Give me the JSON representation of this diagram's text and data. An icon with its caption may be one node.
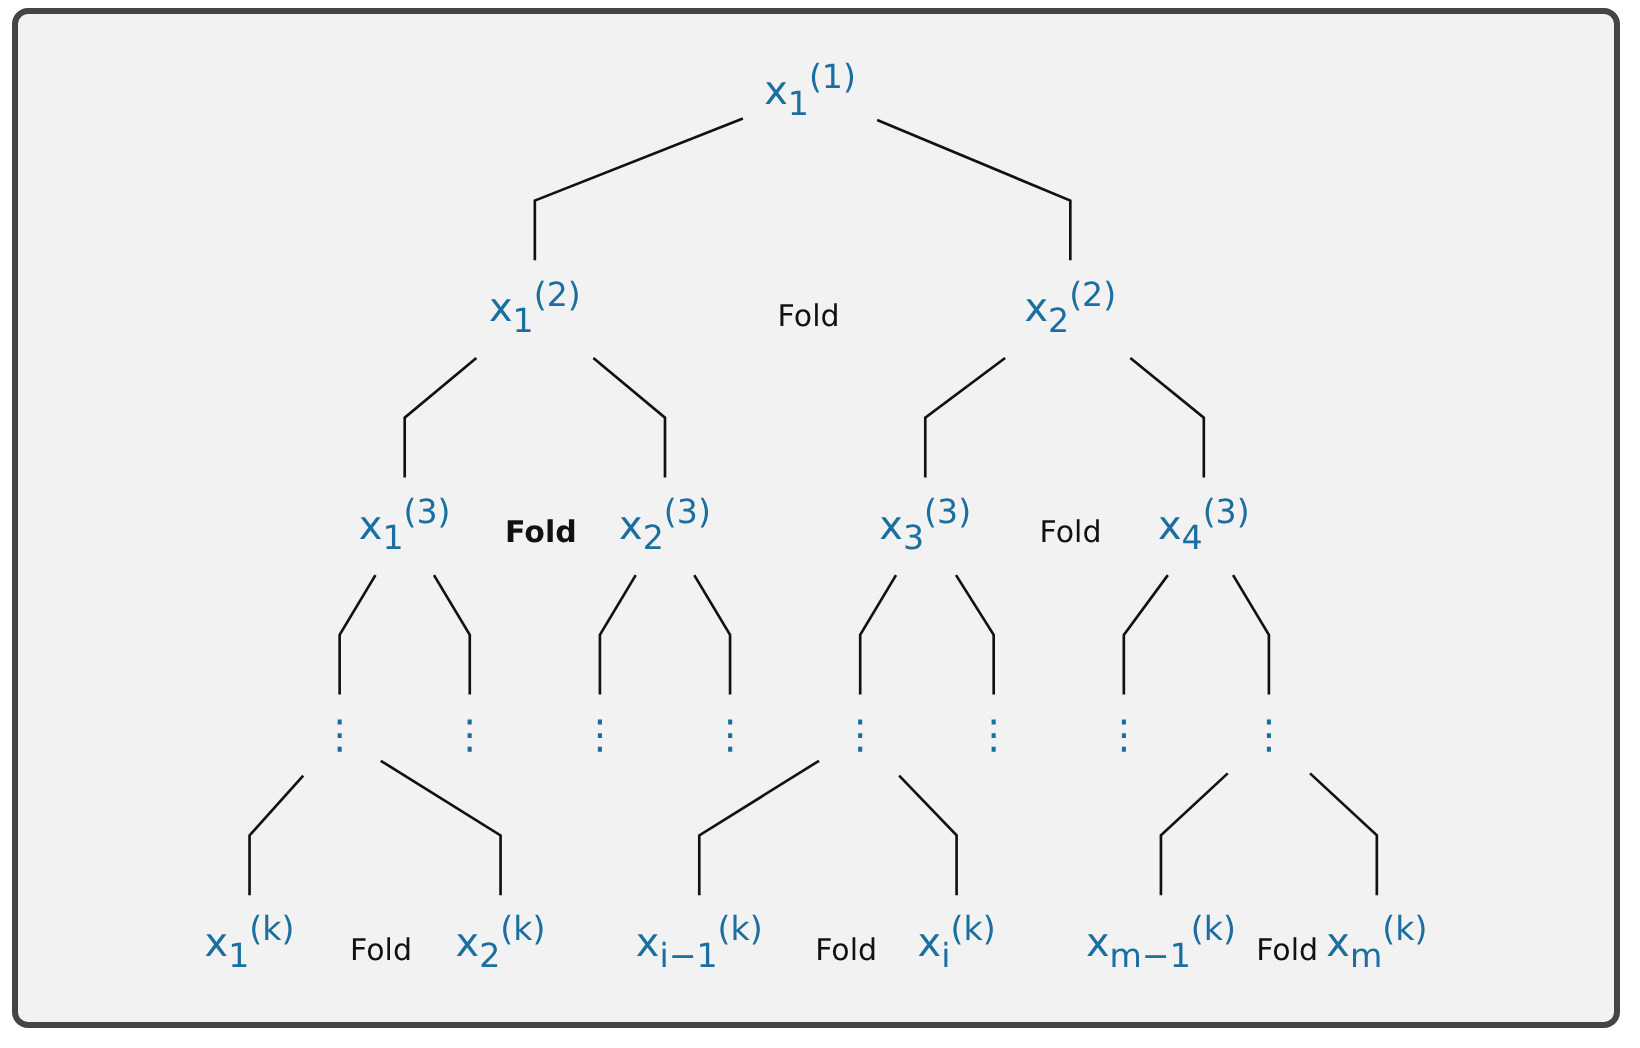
{
  "diagram": {
    "nodes": [
      {
        "text": [
          "x$_{1}$$^{(1)}$"
        ]
      },
      {
        "text": [
          "x$_{1}$$^{(2)}$"
        ]
      },
      {
        "text": [
          "x$_{2}$$^{(2)}$"
        ]
      },
      {
        "text": [
          "x$_{1}$$^{(3)}$"
        ]
      },
      {
        "text": [
          "x$_{2}$$^{(3)}$"
        ]
      },
      {
        "text": [
          "x$_{3}$$^{(3)}$"
        ]
      },
      {
        "text": [
          "x$_{4}$$^{(3)}$"
        ]
      },
      {
        "text": [
          "⋮"
        ]
      },
      {
        "text": [
          "⋮"
        ]
      },
      {
        "text": [
          "⋮"
        ]
      },
      {
        "text": [
          "⋮"
        ]
      },
      {
        "text": [
          "⋮"
        ]
      },
      {
        "text": [
          "⋮"
        ]
      },
      {
        "text": [
          "⋮"
        ]
      },
      {
        "text": [
          "⋮"
        ]
      },
      {
        "text": [
          "x$_{1}$$^{(k)}$"
        ]
      },
      {
        "text": [
          "x$_{2}$$^{(k)}$"
        ]
      },
      {
        "text": [
          "x$_{i−1}$$^{(k)}$"
        ]
      },
      {
        "text": [
          "x$_{i}$$^{(k)}$"
        ]
      },
      {
        "text": [
          "x$_{m−1}$$^{(k)}$"
        ]
      },
      {
        "text": [
          "x$_{m}$$^{(k)}$"
        ]
      }
    ],
    "edges": [
      {
        "from": 0,
        "to": 1,
        "arrow": "none"
      },
      {
        "from": 0,
        "to": 2,
        "arrow": "none"
      },
      {
        "from": 1,
        "to": 3,
        "arrow": "none"
      },
      {
        "from": 1,
        "to": 4,
        "arrow": "none"
      },
      {
        "from": 2,
        "to": 5,
        "arrow": "none"
      },
      {
        "from": 2,
        "to": 6,
        "arrow": "none"
      },
      {
        "from": 3,
        "to": 7,
        "arrow": "none"
      },
      {
        "from": 3,
        "to": 8,
        "arrow": "none"
      },
      {
        "from": 4,
        "to": 9,
        "arrow": "none"
      },
      {
        "from": 4,
        "to": 10,
        "arrow": "none"
      },
      {
        "from": 5,
        "to": 11,
        "arrow": "none"
      },
      {
        "from": 5,
        "to": 12,
        "arrow": "none"
      },
      {
        "from": 6,
        "to": 13,
        "arrow": "none"
      },
      {
        "from": 6,
        "to": 14,
        "arrow": "none"
      },
      {
        "from": 7,
        "to": 15,
        "arrow": "none"
      },
      {
        "from": 7,
        "to": 16,
        "arrow": "none"
      },
      {
        "from": 11,
        "to": 17,
        "arrow": "none"
      },
      {
        "from": 11,
        "to": 18,
        "arrow": "none"
      },
      {
        "from": 14,
        "to": 19,
        "arrow": "none"
      },
      {
        "from": 14,
        "to": 20,
        "arrow": "none"
      }
    ],
    "labels": [
      "Fold",
      "Fold",
      "Fold",
      "Fold",
      "Fold",
      "Fold"
    ]
  }
}
